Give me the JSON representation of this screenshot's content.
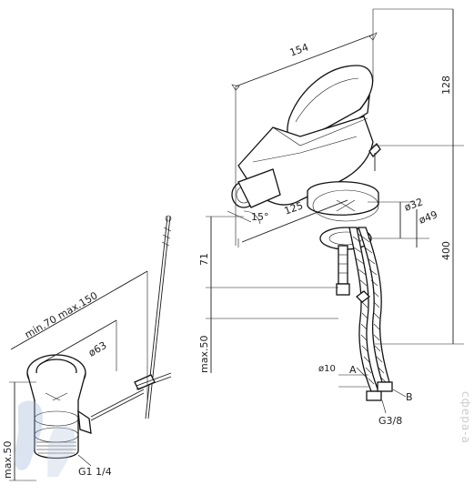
{
  "dimensions": {
    "width_154": "154",
    "height_128": "128",
    "angle_15": "15°",
    "length_125": "125",
    "dia_32": "ø32",
    "dia_49": "ø49",
    "height_71": "71",
    "height_400": "400",
    "max_50_right": "max.50",
    "dia_10": "ø10",
    "thread_g38": "G3/8",
    "min70_max150": "min.70 max.150",
    "dia_63": "ø63",
    "max_50_left": "max.50",
    "thread_g114": "G1 1/4"
  },
  "labels": {
    "point_a": "A",
    "point_b": "B"
  },
  "watermark": "сфера-а"
}
